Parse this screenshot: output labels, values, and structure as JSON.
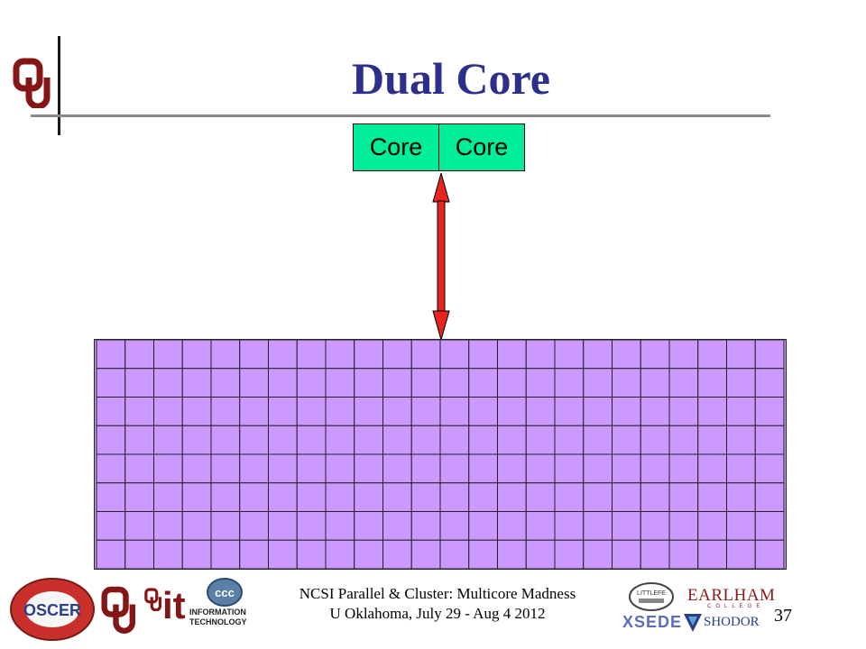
{
  "slide": {
    "title": "Dual Core",
    "cores": [
      "Core",
      "Core"
    ],
    "page_number": "37",
    "footer": {
      "line1": "NCSI Parallel & Cluster: Multicore Madness",
      "line2": "U Oklahoma, July 29 - Aug 4 2012"
    }
  },
  "memory_grid": {
    "rows": 8,
    "cols": 24,
    "color": "#cc99ff"
  },
  "colors": {
    "title": "#2e2e8c",
    "core_box": "#00ee9a",
    "arrow": "#e8241e",
    "ou_crimson": "#841617"
  },
  "logos": {
    "oscer": "OSCER",
    "it_main": "it",
    "it_line1": "INFORMATION",
    "it_line2": "TECHNOLOGY",
    "ccc": "ccc",
    "littlefe": "LITTLEFE",
    "earlham": "EARLHAM",
    "earlham_sub": "COLLEGE",
    "xsede": "XSEDE",
    "shodor": "SHODOR"
  }
}
